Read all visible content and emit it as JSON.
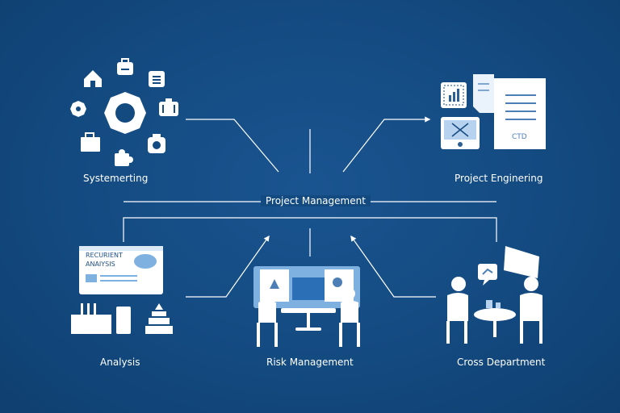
{
  "center": {
    "label": "Project Management"
  },
  "nodes": {
    "top_left": {
      "label": "Systemerting"
    },
    "top_right": {
      "label": "Project Enginering"
    },
    "bottom_left": {
      "label": "Analysis",
      "doc_line1": "RECURIENT",
      "doc_line2": "ANAIYSIS"
    },
    "bottom_center": {
      "label": "Risk Management"
    },
    "bottom_right": {
      "label": "Cross Department"
    }
  },
  "document_badge": "CTD",
  "colors": {
    "background": "#134a80",
    "icon": "#ffffff",
    "accent": "#9ec2ea",
    "line": "#ffffff"
  }
}
